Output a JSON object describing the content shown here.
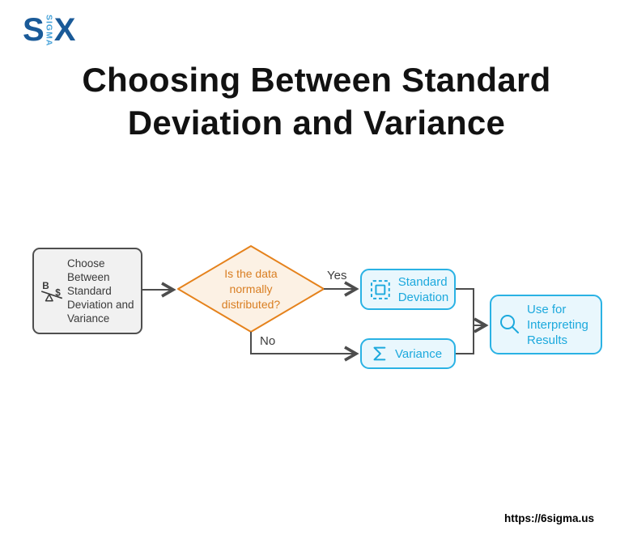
{
  "page": {
    "background": "#ffffff",
    "site_url": "https://6sigma.us"
  },
  "logo": {
    "letter_s": "S",
    "vertical_text": "SIGMA",
    "letter_x": "X",
    "dark_blue": "#1a5a98",
    "light_blue": "#46a2d9"
  },
  "title": {
    "line1": "Choosing Between Standard",
    "line2": "Deviation and Variance",
    "color": "#121212"
  },
  "flowchart": {
    "arrow_color": "#4d4d4d",
    "start": {
      "label": "Choose Between Standard Deviation and Variance",
      "icon": "balance-seesaw-icon",
      "fill": "#f1f1f1",
      "border": "#4f4f4f",
      "text_color": "#3a3a3a"
    },
    "decision": {
      "label": "Is the data normally distributed?",
      "fill": "#fcf1e4",
      "border": "#e5821c",
      "text_color": "#d97e22"
    },
    "edges": {
      "yes_label": "Yes",
      "no_label": "No"
    },
    "standard_deviation": {
      "label": "Standard Deviation",
      "icon": "dashed-square-icon"
    },
    "variance": {
      "label": "Variance",
      "icon": "sigma-icon"
    },
    "results": {
      "label": "Use for Interpreting Results",
      "icon": "magnifier-icon"
    },
    "cyan": {
      "fill": "#e9f7fd",
      "border": "#2ab2e4",
      "text": "#1ca9dd"
    }
  }
}
